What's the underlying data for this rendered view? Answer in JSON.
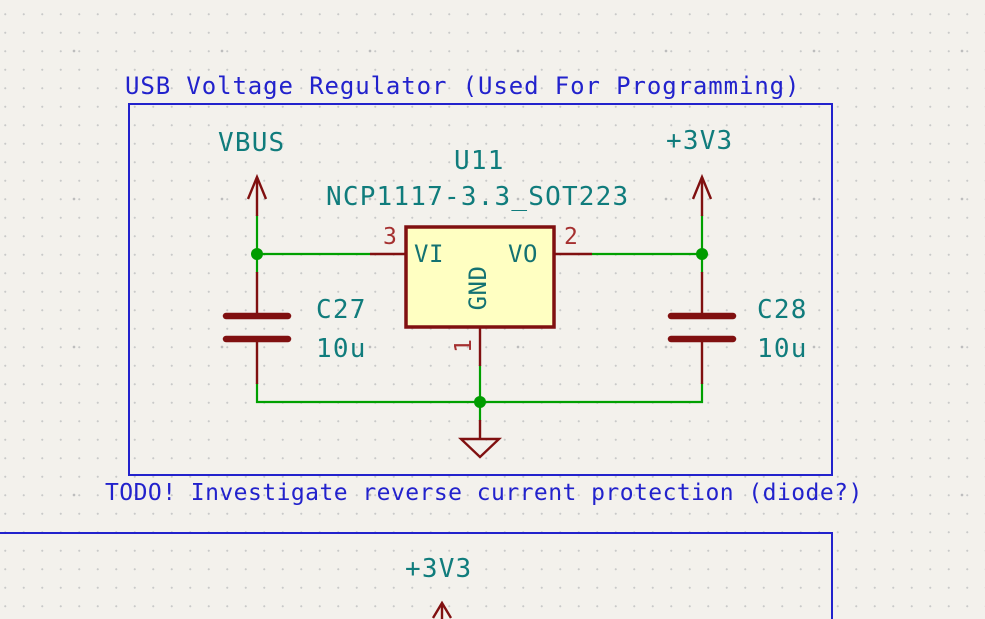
{
  "notes": {
    "title": "USB Voltage Regulator (Used For Programming)",
    "todo": "TODO! Investigate reverse current protection (diode?)"
  },
  "regulator": {
    "reference": "U11",
    "value": "NCP1117-3.3_SOT223",
    "pin_input": {
      "number": "3",
      "name": "VI"
    },
    "pin_output": {
      "number": "2",
      "name": "VO"
    },
    "pin_ground": {
      "number": "1",
      "name": "GND"
    }
  },
  "capacitors": {
    "c27": {
      "reference": "C27",
      "value": "10u"
    },
    "c28": {
      "reference": "C28",
      "value": "10u"
    }
  },
  "power_ports": {
    "vbus": {
      "label": "VBUS"
    },
    "v3v3_regulator_output": {
      "label": "+3V3"
    },
    "v3v3_next_section": {
      "label": "+3V3"
    }
  },
  "colors": {
    "notes_blue": "#2222CC",
    "label_teal": "#107C7C",
    "pin_name_teal": "#147272",
    "device_outline_maroon": "#801010",
    "pin_number_red": "#A53030",
    "wire_green": "#00A000",
    "device_fill_yellow": "#FFFFC2",
    "background": "#F3F1EC"
  }
}
